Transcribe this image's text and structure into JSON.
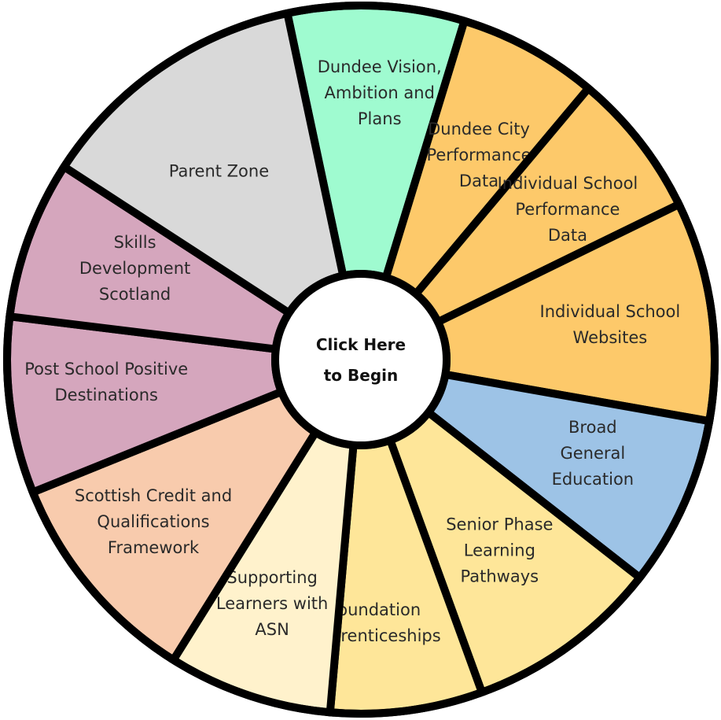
{
  "hub": {
    "lines": [
      "Click Here",
      "to Begin"
    ]
  },
  "segments": [
    {
      "id": "dundee-vision",
      "color": "#9ffbd0",
      "lines": [
        "Dundee Vision,",
        "Ambition and",
        "Plans"
      ]
    },
    {
      "id": "dundee-city-performance",
      "color": "#fdc96a",
      "lines": [
        "Dundee City",
        "Performance",
        "Data"
      ]
    },
    {
      "id": "individual-school-performance",
      "color": "#fdc96a",
      "lines": [
        "Individual School",
        "Performance",
        "Data"
      ]
    },
    {
      "id": "individual-school-websites",
      "color": "#fdc96a",
      "lines": [
        "Individual School",
        "Websites"
      ]
    },
    {
      "id": "broad-general-education",
      "color": "#9dc3e6",
      "lines": [
        "Broad",
        "General",
        "Education"
      ]
    },
    {
      "id": "senior-phase",
      "color": "#fee699",
      "lines": [
        "Senior Phase",
        "Learning",
        "Pathways"
      ]
    },
    {
      "id": "foundation-apprenticeships",
      "color": "#fee699",
      "lines": [
        "Foundation",
        "Apprenticeships"
      ]
    },
    {
      "id": "supporting-learners",
      "color": "#fff2cc",
      "lines": [
        "Supporting",
        "Learners with",
        "ASN"
      ]
    },
    {
      "id": "scqf",
      "color": "#f8cbad",
      "lines": [
        "Scottish Credit and",
        "Qualifications",
        "Framework"
      ]
    },
    {
      "id": "post-school-destinations",
      "color": "#d5a6bd",
      "lines": [
        "Post School Positive",
        "Destinations"
      ]
    },
    {
      "id": "skills-development",
      "color": "#d5a6bd",
      "lines": [
        "Skills",
        "Development",
        "Scotland"
      ]
    },
    {
      "id": "parent-zone",
      "color": "#d9d9d9",
      "lines": [
        "Parent  Zone"
      ]
    }
  ]
}
